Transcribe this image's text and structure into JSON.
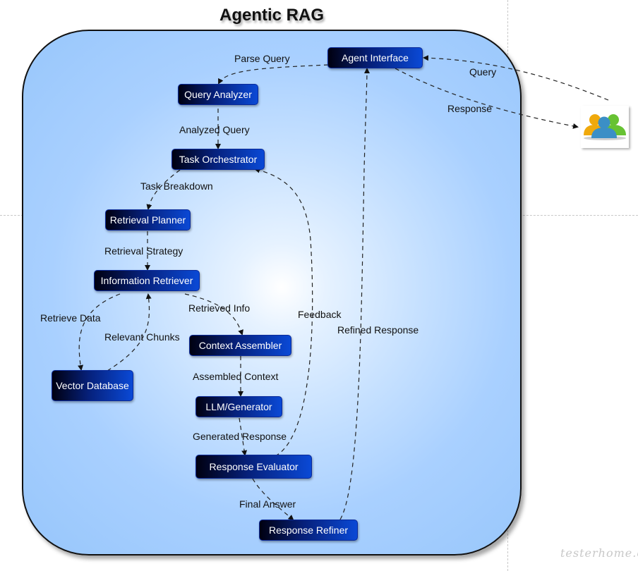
{
  "diagram": {
    "title": "Agentic RAG",
    "nodes": {
      "agent_interface": "Agent Interface",
      "query_analyzer": "Query Analyzer",
      "task_orchestrator": "Task Orchestrator",
      "retrieval_planner": "Retrieval Planner",
      "information_retriever": "Information Retriever",
      "vector_database": "Vector Database",
      "context_assembler": "Context Assembler",
      "llm_generator": "LLM/Generator",
      "response_evaluator": "Response Evaluator",
      "response_refiner": "Response Refiner"
    },
    "edge_labels": {
      "parse_query": "Parse Query",
      "query": "Query",
      "response": "Response",
      "analyzed_query": "Analyzed Query",
      "task_breakdown": "Task Breakdown",
      "retrieval_strategy": "Retrieval Strategy",
      "retrieve_data": "Retrieve Data",
      "relevant_chunks": "Relevant Chunks",
      "retrieved_info": "Retrieved Info",
      "feedback": "Feedback",
      "refined_response": "Refined Response",
      "assembled_context": "Assembled Context",
      "generated_response": "Generated Response",
      "final_answer": "Final Answer"
    },
    "user_icon": "users-group-icon",
    "colors": {
      "node_dark": "#000010",
      "node_light": "#0a49d6",
      "container_fill": "#97c6fb",
      "edge": "#222222"
    }
  },
  "watermark": "testerhome.com"
}
